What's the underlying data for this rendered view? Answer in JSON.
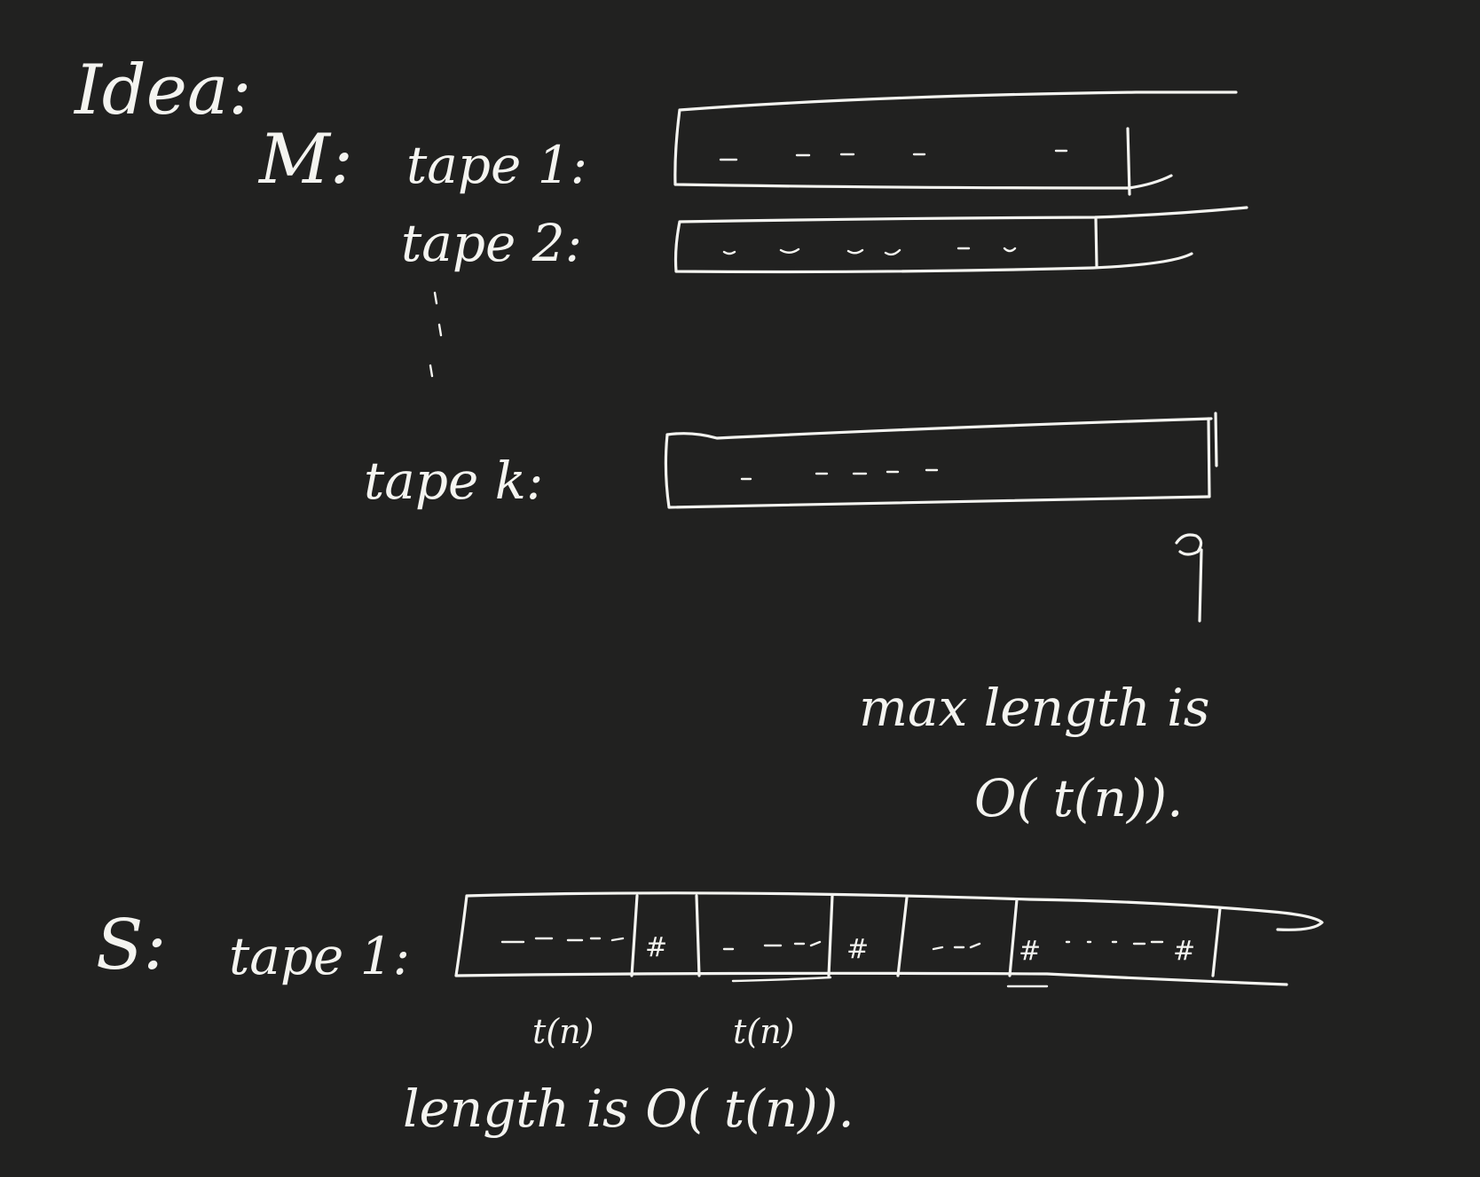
{
  "title": "Idea:",
  "machine_m": {
    "label": "M:",
    "tapes": [
      {
        "label": "tape 1:"
      },
      {
        "label": "tape 2:"
      },
      {
        "label": "tape k:"
      }
    ],
    "note_line1": "max length is",
    "note_line2": "O( t(n))."
  },
  "machine_s": {
    "label": "S:",
    "tape_label": "tape 1:",
    "separator": "#",
    "segment_label_1": "t(n)",
    "segment_label_2": "t(n)",
    "note": "length is O( t(n))."
  }
}
